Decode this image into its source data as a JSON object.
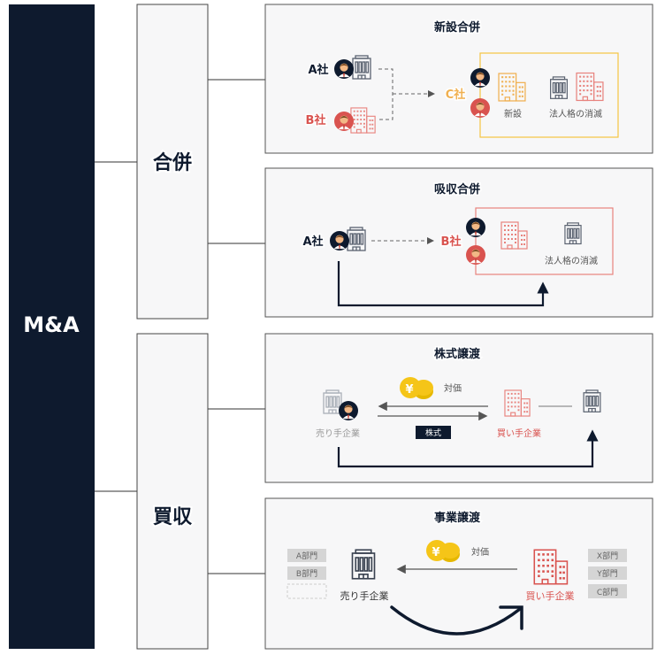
{
  "root": {
    "label": "M&A"
  },
  "categories": [
    {
      "label": "合併"
    },
    {
      "label": "買収"
    }
  ],
  "panels": {
    "shinsetsu": {
      "title": "新設合併",
      "company_a": "A社",
      "company_b": "B社",
      "company_c": "C社",
      "new_label": "新設",
      "dissolved_label": "法人格の消滅"
    },
    "kyushu": {
      "title": "吸収合併",
      "company_a": "A社",
      "company_b": "B社",
      "dissolved_label": "法人格の消滅"
    },
    "kabushiki": {
      "title": "株式譲渡",
      "seller": "売り手企業",
      "buyer": "買い手企業",
      "consideration": "対価",
      "shares_tag": "株式",
      "coin_symbol": "¥"
    },
    "jigyo": {
      "title": "事業譲渡",
      "seller": "売り手企業",
      "buyer": "買い手企業",
      "consideration": "対価",
      "coin_symbol": "¥",
      "seller_depts": [
        "A部門",
        "B部門"
      ],
      "buyer_depts": [
        "X部門",
        "Y部門",
        "C部門"
      ]
    }
  },
  "colors": {
    "navy": "#0e1a2e",
    "red": "#d9534f",
    "pink": "#e8837e",
    "orange": "#f0b050",
    "gray": "#5a6270",
    "coin": "#f5c518"
  }
}
